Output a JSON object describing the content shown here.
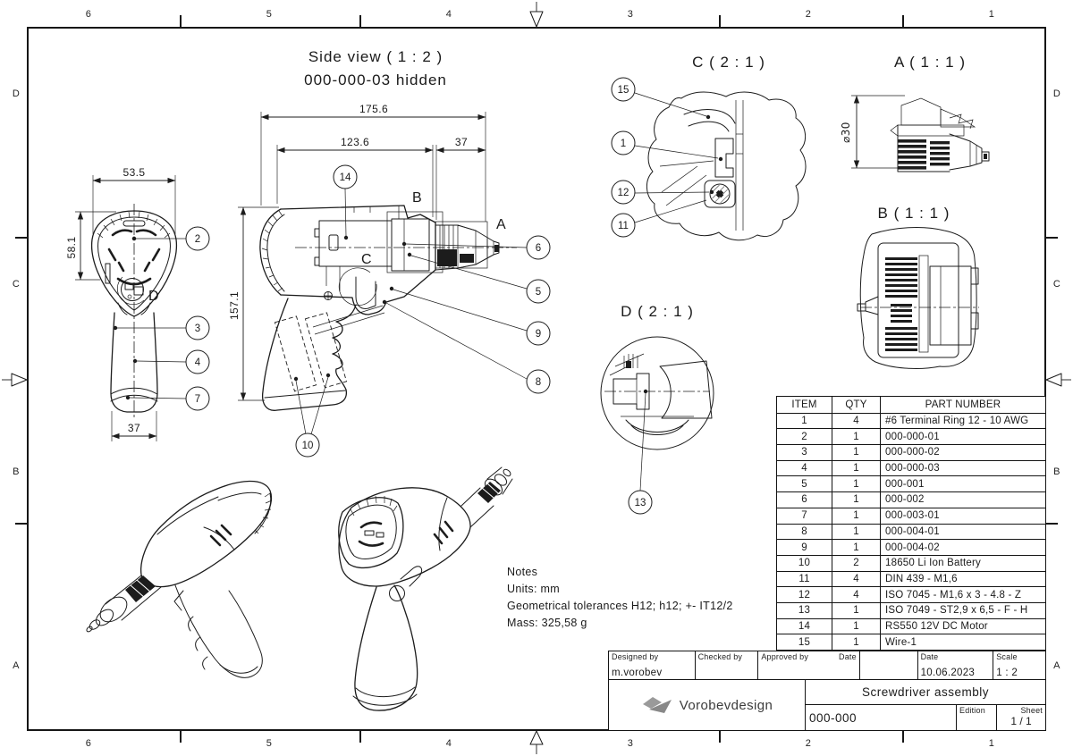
{
  "sheet": {
    "zones_top": [
      "6",
      "5",
      "4",
      "3",
      "2",
      "1"
    ],
    "zones_bottom": [
      "6",
      "5",
      "4",
      "3",
      "2",
      "1"
    ],
    "zones_left": [
      "D",
      "C",
      "B",
      "A"
    ],
    "zones_right": [
      "D",
      "C",
      "B",
      "A"
    ]
  },
  "side_view": {
    "title": "Side view ( 1 : 2 )",
    "subtitle": "000-000-03 hidden",
    "dim_total_length": "175.6",
    "dim_body_length": "123.6",
    "dim_chuck_length": "37",
    "dim_height": "157.1",
    "label_a": "A",
    "label_b": "B",
    "label_c": "C",
    "callout_14": "14",
    "callout_6": "6",
    "callout_5": "5",
    "callout_9": "9",
    "callout_8": "8",
    "callout_10": "10"
  },
  "back_view": {
    "dim_width": "53.5",
    "dim_head_height": "58.1",
    "dim_bottom_width": "37",
    "label_d": "D",
    "callout_2": "2",
    "callout_3": "3",
    "callout_4": "4",
    "callout_7": "7"
  },
  "detail_c": {
    "title": "C ( 2 : 1 )",
    "callout_15": "15",
    "callout_1": "1",
    "callout_12": "12",
    "callout_11": "11"
  },
  "detail_a": {
    "title": "A ( 1 : 1 )",
    "dim_diameter": "⌀30"
  },
  "detail_b": {
    "title": "B ( 1 : 1 )"
  },
  "detail_d": {
    "title": "D ( 2 : 1 )",
    "callout_13": "13"
  },
  "notes": {
    "line1": "Notes",
    "line2": "Units: mm",
    "line3": "Geometrical tolerances H12; h12; +- IT12/2",
    "line4": "Mass: 325,58 g"
  },
  "parts_table": {
    "headers": [
      "ITEM",
      "QTY",
      "PART NUMBER"
    ],
    "rows": [
      [
        "1",
        "4",
        "#6 Terminal Ring 12 - 10 AWG"
      ],
      [
        "2",
        "1",
        "000-000-01"
      ],
      [
        "3",
        "1",
        "000-000-02"
      ],
      [
        "4",
        "1",
        "000-000-03"
      ],
      [
        "5",
        "1",
        "000-001"
      ],
      [
        "6",
        "1",
        "000-002"
      ],
      [
        "7",
        "1",
        "000-003-01"
      ],
      [
        "8",
        "1",
        "000-004-01"
      ],
      [
        "9",
        "1",
        "000-004-02"
      ],
      [
        "10",
        "2",
        "18650 Li Ion Battery"
      ],
      [
        "11",
        "4",
        "DIN 439 - M1,6"
      ],
      [
        "12",
        "4",
        "ISO 7045 - M1,6 x 3 - 4.8 - Z"
      ],
      [
        "13",
        "1",
        "ISO 7049 - ST2,9 x 6,5 - F - H"
      ],
      [
        "14",
        "1",
        "RS550 12V DC Motor"
      ],
      [
        "15",
        "1",
        "Wire-1"
      ]
    ]
  },
  "title_block": {
    "designed_by_label": "Designed by",
    "designed_by_value": "m.vorobev",
    "checked_by_label": "Checked by",
    "approved_by_label": "Approved by",
    "approved_date_label": "Date",
    "date_label": "Date",
    "date_value": "10.06.2023",
    "scale_label": "Scale",
    "scale_value": "1 : 2",
    "company_name": "Vorobevdesign",
    "drawing_title": "Screwdriver assembly",
    "drawing_number": "000-000",
    "edition_label": "Edition",
    "sheet_label": "Sheet",
    "sheet_value": "1 / 1"
  },
  "colors": {
    "line": "#1c1c1c",
    "logo_gray": "#919191"
  }
}
